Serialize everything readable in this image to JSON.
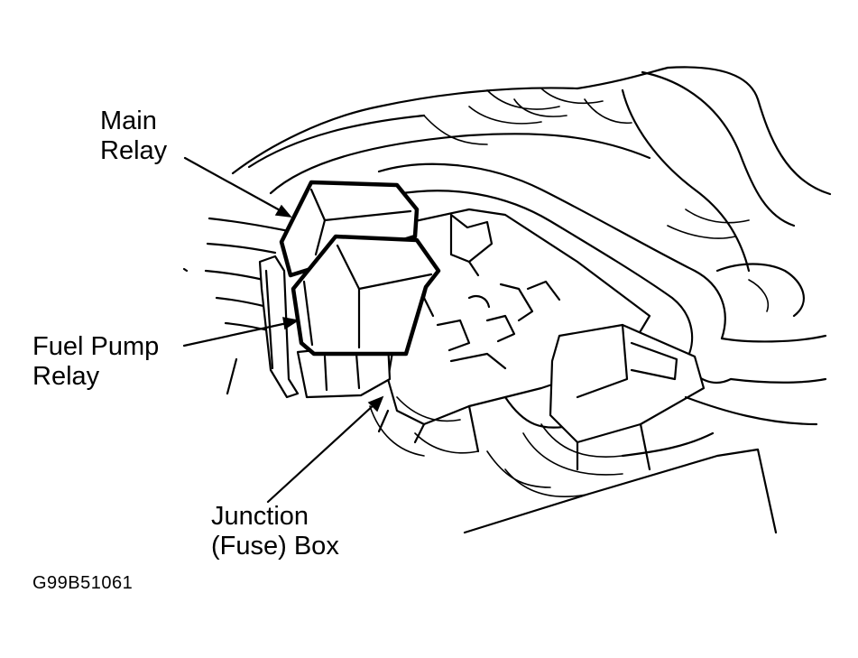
{
  "labels": {
    "main_relay": [
      "Main",
      "Relay"
    ],
    "fuel_pump_relay": [
      "Fuel Pump",
      "Relay"
    ],
    "junction_box": [
      "Junction",
      "(Fuse) Box"
    ]
  },
  "figure_code": "G99B51061",
  "colors": {
    "line": "#000000",
    "background": "#ffffff"
  }
}
